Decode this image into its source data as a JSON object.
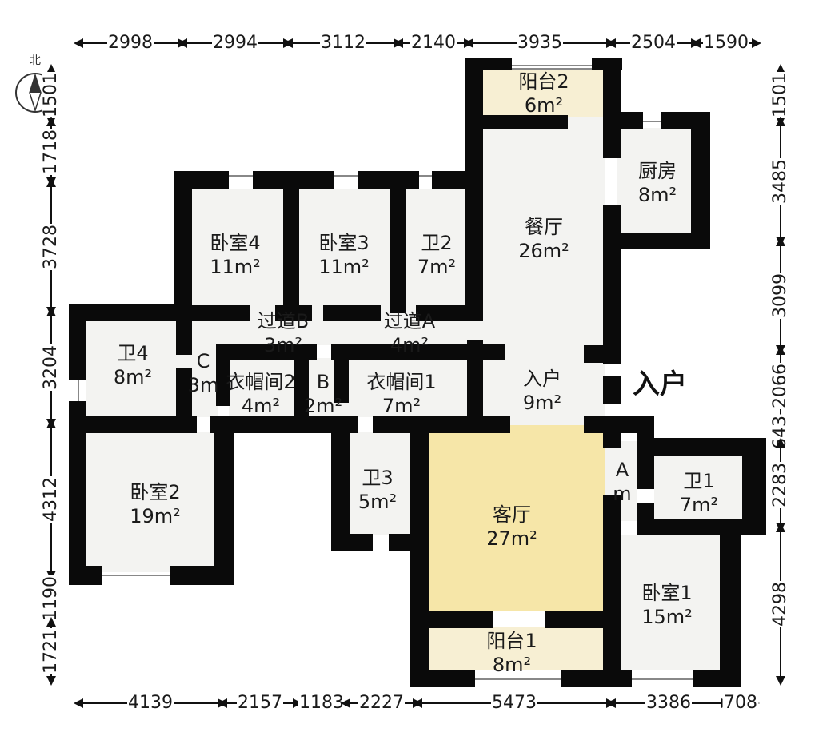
{
  "colors": {
    "wall": "#0a0a0a",
    "floor": "#f3f3f1",
    "living": "#f6e6a8",
    "balcony": "#f7efd3",
    "dimension": "#111111"
  },
  "compass": {
    "label": "北",
    "icon": "compass-icon"
  },
  "entrance_label": "入户",
  "rooms": [
    {
      "id": "balcony2",
      "name": "阳台2",
      "area": "6m²"
    },
    {
      "id": "kitchen",
      "name": "厨房",
      "area": "8m²"
    },
    {
      "id": "dining",
      "name": "餐厅",
      "area": "26m²"
    },
    {
      "id": "bedroom4",
      "name": "卧室4",
      "area": "11m²"
    },
    {
      "id": "bedroom3",
      "name": "卧室3",
      "area": "11m²"
    },
    {
      "id": "bath2",
      "name": "卫2",
      "area": "7m²"
    },
    {
      "id": "corridorB",
      "name": "过道B",
      "area": "3m²"
    },
    {
      "id": "corridorA",
      "name": "过道A",
      "area": "4m²"
    },
    {
      "id": "bath4",
      "name": "卫4",
      "area": "8m²"
    },
    {
      "id": "corridorC",
      "name": "C",
      "area": "3m"
    },
    {
      "id": "closet2",
      "name": "衣帽间2",
      "area": "4m²"
    },
    {
      "id": "corridorB2",
      "name": "B",
      "area": "2m²"
    },
    {
      "id": "closet1",
      "name": "衣帽间1",
      "area": "7m²"
    },
    {
      "id": "entry",
      "name": "入户",
      "area": "9m²"
    },
    {
      "id": "bedroom2",
      "name": "卧室2",
      "area": "19m²"
    },
    {
      "id": "bath3",
      "name": "卫3",
      "area": "5m²"
    },
    {
      "id": "living",
      "name": "客厅",
      "area": "27m²"
    },
    {
      "id": "corridorA2",
      "name": "A",
      "area": "m"
    },
    {
      "id": "bath1",
      "name": "卫1",
      "area": "7m²"
    },
    {
      "id": "bedroom1",
      "name": "卧室1",
      "area": "15m²"
    },
    {
      "id": "balcony1",
      "name": "阳台1",
      "area": "8m²"
    }
  ],
  "dimensions": {
    "top": [
      "2998",
      "2994",
      "3112",
      "2140",
      "3935",
      "2504",
      "1590"
    ],
    "bottom": [
      "4139",
      "2157",
      "1183",
      "2227",
      "5473",
      "3386",
      "708"
    ],
    "left": [
      "1501",
      "1718",
      "3728",
      "3204",
      "4312",
      "1190",
      "1721"
    ],
    "right": [
      "1501",
      "3485",
      "3099",
      "2066",
      "643",
      "2283",
      "4298"
    ]
  }
}
